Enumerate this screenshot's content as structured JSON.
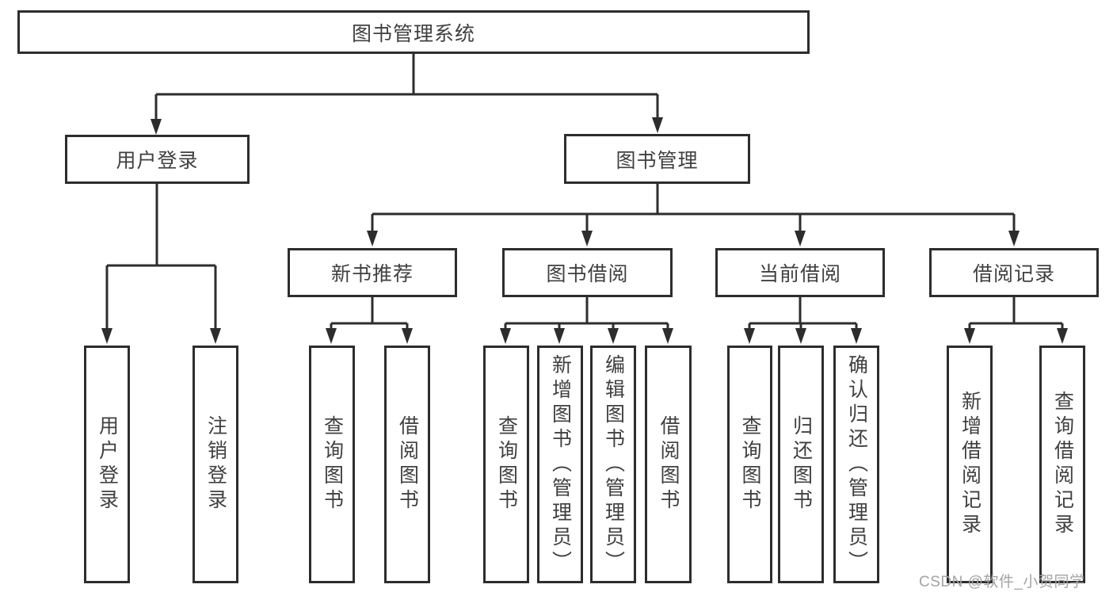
{
  "diagram": {
    "root": {
      "label": "图书管理系统"
    },
    "level2": [
      {
        "label": "用户登录"
      },
      {
        "label": "图书管理"
      }
    ],
    "level3": [
      {
        "label": "新书推荐"
      },
      {
        "label": "图书借阅"
      },
      {
        "label": "当前借阅"
      },
      {
        "label": "借阅记录"
      }
    ],
    "leaves": [
      {
        "label": "用户登录"
      },
      {
        "label": "注销登录"
      },
      {
        "label": "查询图书"
      },
      {
        "label": "借阅图书"
      },
      {
        "label": "查询图书"
      },
      {
        "label": "新增图书（管理员）"
      },
      {
        "label": "编辑图书（管理员）"
      },
      {
        "label": "借阅图书"
      },
      {
        "label": "查询图书"
      },
      {
        "label": "归还图书"
      },
      {
        "label": "确认归还（管理员）"
      },
      {
        "label": "新增借阅记录"
      },
      {
        "label": "查询借阅记录"
      }
    ],
    "watermark": "CSDN @软件_小贺同学",
    "colors": {
      "line": "#2d2d2d",
      "border": "#2d2d2d",
      "text": "#404040",
      "watermark": "#a3a3a3",
      "background": "#ffffff"
    }
  }
}
